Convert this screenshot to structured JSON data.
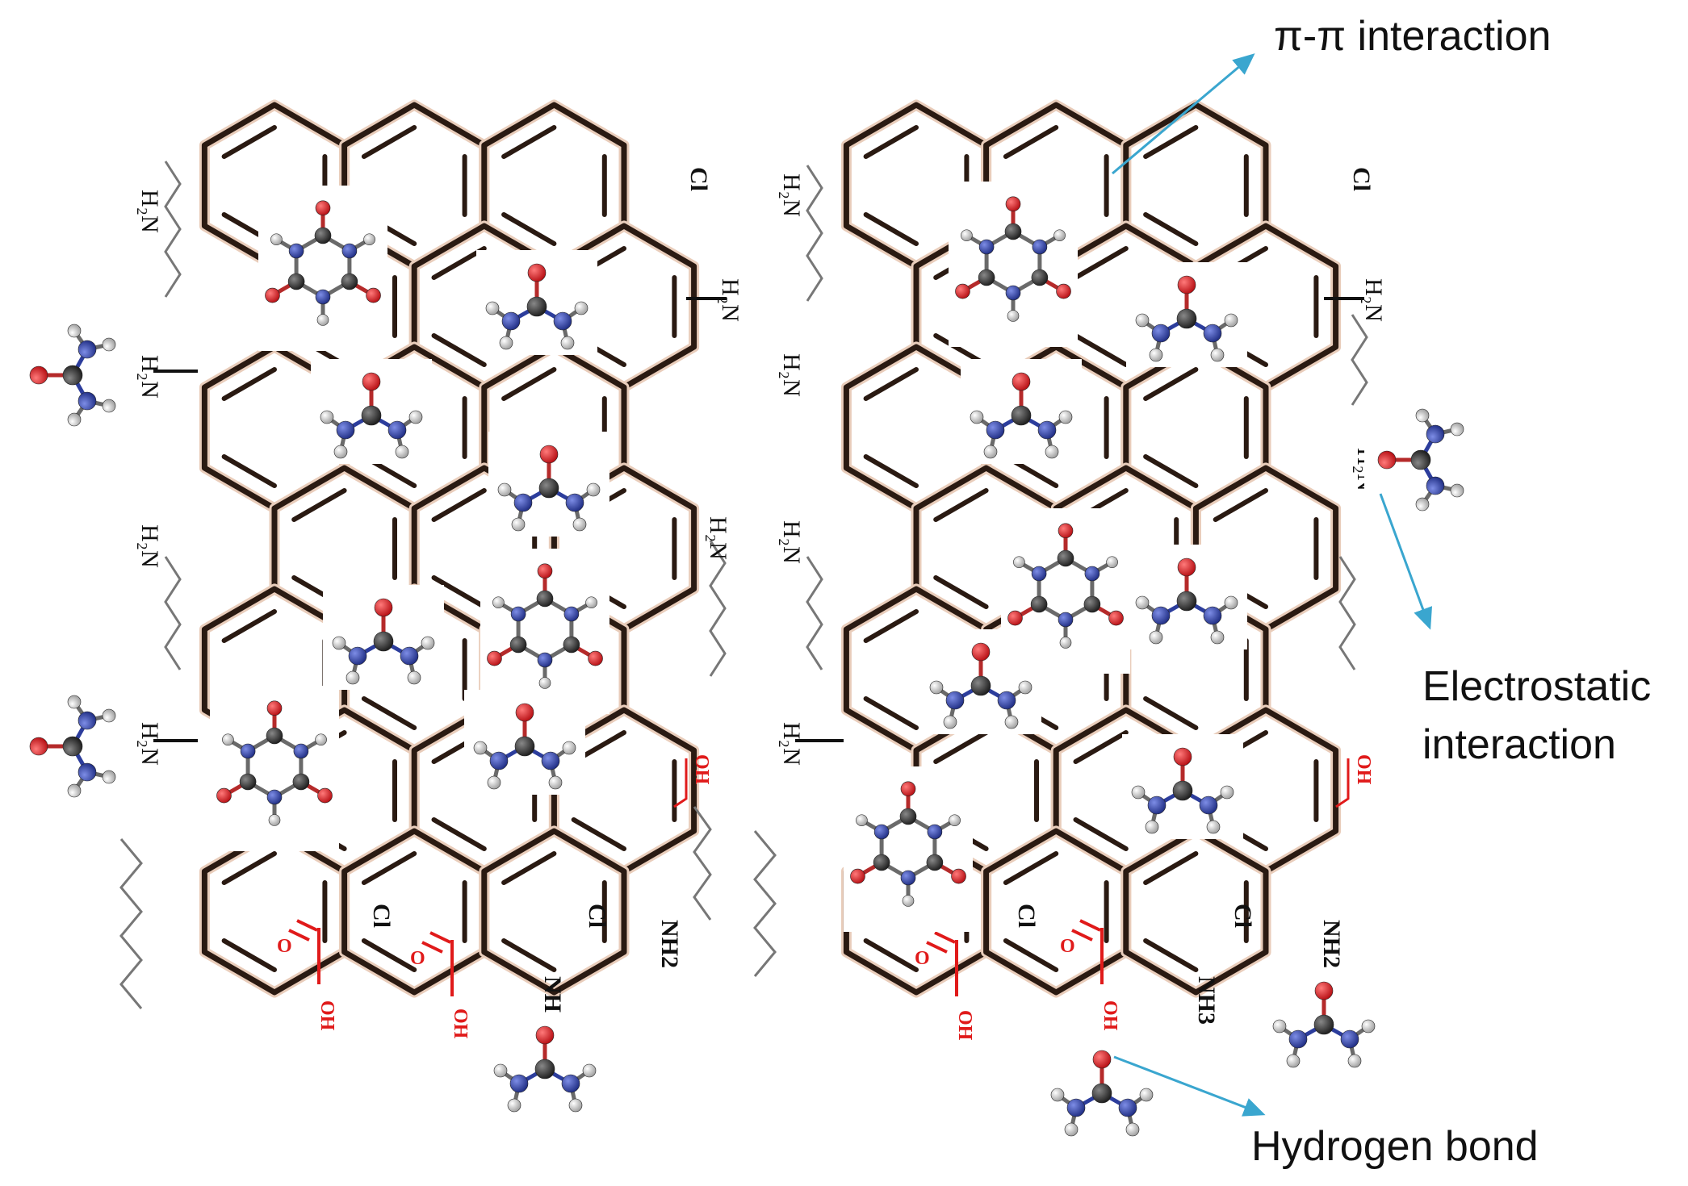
{
  "labels": {
    "pi_pi": "π-π interaction",
    "electrostatic_line1": "Electrostatic",
    "electrostatic_line2": "interaction",
    "hydrogen_bond": "Hydrogen bond"
  },
  "groups": {
    "amine": "H₂N",
    "chloride": "Cl",
    "nh2": "NH2",
    "nh3": "NH3",
    "carboxyl_oh": "OH",
    "carbonyl_o": "O"
  },
  "colors": {
    "sheet_bond": "#2a1a12",
    "sheet_halo": "#e9cdbb",
    "arrow": "#3aa6cf",
    "carbon": "#2c2c2c",
    "nitrogen": "#2c3d9c",
    "oxygen": "#d4151b",
    "hydrogen": "#dcdcdc",
    "acid": "#e01a1a"
  },
  "molecules": {
    "urea": "urea-molecule",
    "cyanuric_acid": "cyanuric-acid-molecule"
  }
}
